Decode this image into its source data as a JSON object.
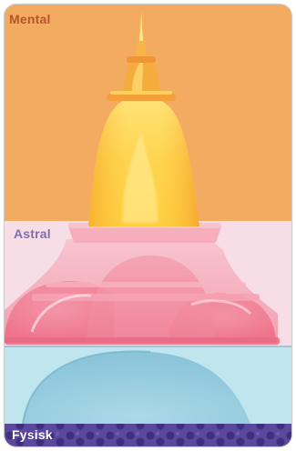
{
  "layers": {
    "mental": {
      "label": "Mental",
      "color": "#f2a65d"
    },
    "astral": {
      "label": "Astral",
      "color": "#f7dde6"
    },
    "etheric": {
      "color": "#bfe6ee"
    },
    "fysisk": {
      "label": "Fysisk",
      "color": "#4b3a8e"
    }
  },
  "colors": {
    "flame": "#ffd54a",
    "bell_pink": "#f07f94",
    "dome_blue": "#8ec8de",
    "text_mental": "#b8542a",
    "text_astral": "#7d6fb0",
    "text_fysisk": "#ffffff"
  }
}
